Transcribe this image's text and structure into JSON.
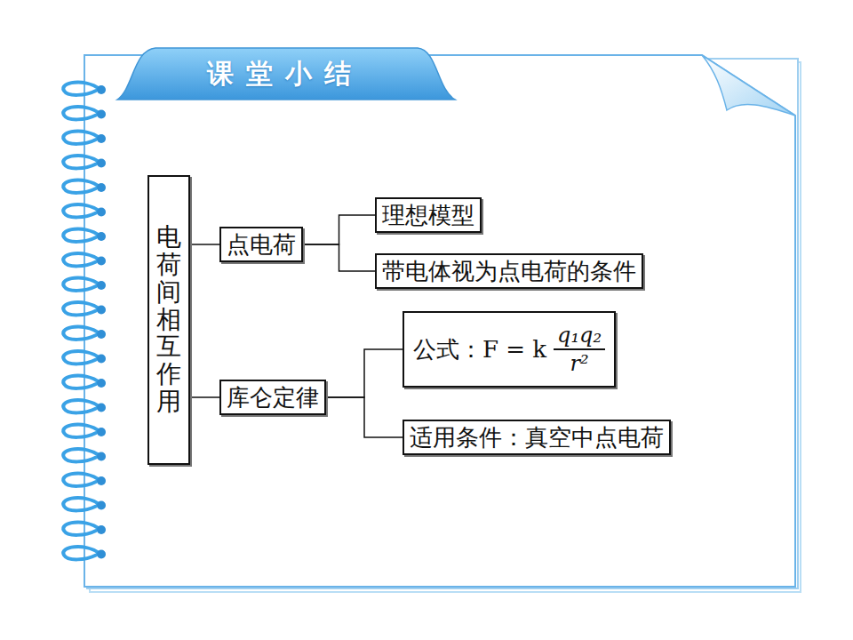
{
  "diagram": {
    "title": "课堂小结",
    "nodes": [
      {
        "text": [
          "电荷间相互作用"
        ]
      },
      {
        "text": [
          "点电荷"
        ]
      },
      {
        "text": [
          "理想模型"
        ]
      },
      {
        "text": [
          "带电体视为点电荷的条件"
        ]
      },
      {
        "text": [
          "库仑定律"
        ]
      },
      {
        "text": [
          "公式：F = k",
          "q₁q₂",
          "r²"
        ]
      },
      {
        "text": [
          "适用条件：真空中点电荷"
        ]
      }
    ],
    "edges": [
      {
        "from": 0,
        "to": 1,
        "arrow": "none"
      },
      {
        "from": 0,
        "to": 4,
        "arrow": "none"
      },
      {
        "from": 1,
        "to": 2,
        "arrow": "none"
      },
      {
        "from": 1,
        "to": 3,
        "arrow": "none"
      },
      {
        "from": 4,
        "to": 5,
        "arrow": "none"
      },
      {
        "from": 4,
        "to": 6,
        "arrow": "none"
      }
    ]
  }
}
